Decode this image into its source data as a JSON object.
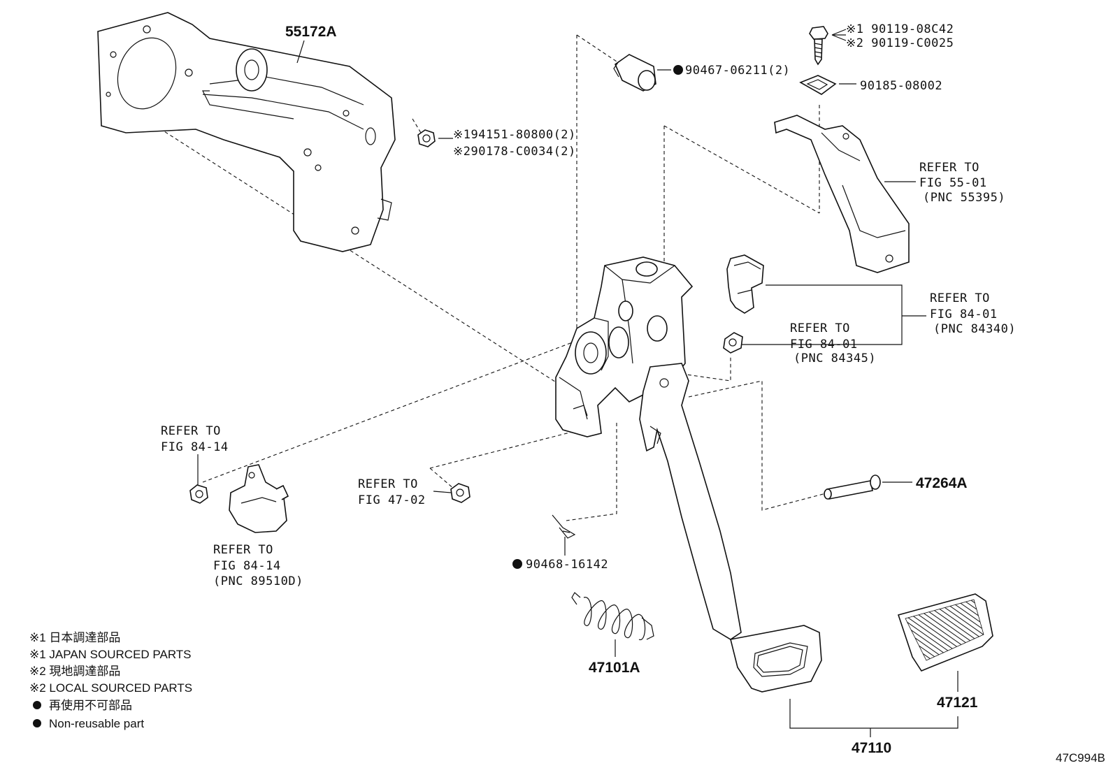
{
  "labels": {
    "p55172A": "55172A",
    "p90119_1": "※1 90119-08C42",
    "p90119_2": "※2 90119-C0025",
    "p90467": "90467-06211(2)",
    "p90185": "90185-08002",
    "p194151": "※194151-80800(2)",
    "p290178": "※290178-C0034(2)",
    "ref5501_a": "REFER TO",
    "ref5501_b": "FIG 55-01",
    "ref5501_c": "(PNC 55395)",
    "ref84340_a": "REFER TO",
    "ref84340_b": "FIG 84-01",
    "ref84340_c": "(PNC 84340)",
    "ref84345_a": "REFER TO",
    "ref84345_b": "FIG 84-01",
    "ref84345_c": "(PNC 84345)",
    "ref8414a_a": "REFER TO",
    "ref8414a_b": "FIG 84-14",
    "ref4702_a": "REFER TO",
    "ref4702_b": "FIG 47-02",
    "p47264A": "47264A",
    "ref8414b_a": "REFER TO",
    "ref8414b_b": "FIG 84-14",
    "ref8414b_c": "(PNC 89510D)",
    "p90468": "90468-16142",
    "p47101A": "47101A",
    "p47121": "47121",
    "p47110": "47110",
    "code": "47C994B"
  },
  "legend": [
    "※1 日本調達部品",
    "※1 JAPAN SOURCED PARTS",
    "※2 現地調達部品",
    "※2 LOCAL SOURCED PARTS",
    "再使用不可部品",
    "Non-reusable part"
  ]
}
